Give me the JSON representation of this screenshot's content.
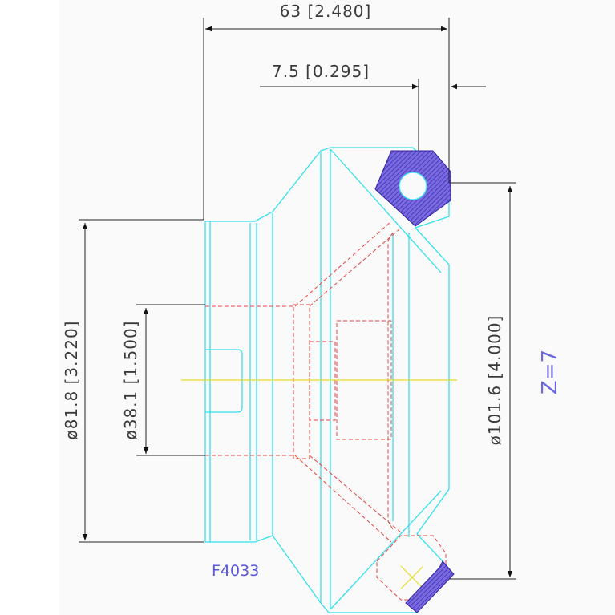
{
  "drawing": {
    "dimensions": {
      "overall_width": "63 [2.480]",
      "insert_offset": "7.5 [0.295]",
      "bore_diameter_outer": "ø81.8 [3.220]",
      "bore_diameter_inner": "ø38.1 [1.500]",
      "cutter_diameter": "ø101.6 [4.000]"
    },
    "part_number": "F4033",
    "teeth_count": "Z=7"
  },
  "colors": {
    "outline": "#33e0ee",
    "hidden": "#e8433f",
    "centerline": "#e8d92a",
    "insert_hatch": "#5a3fc6",
    "dimension": "#222222",
    "annotation": "#5a57d6"
  }
}
